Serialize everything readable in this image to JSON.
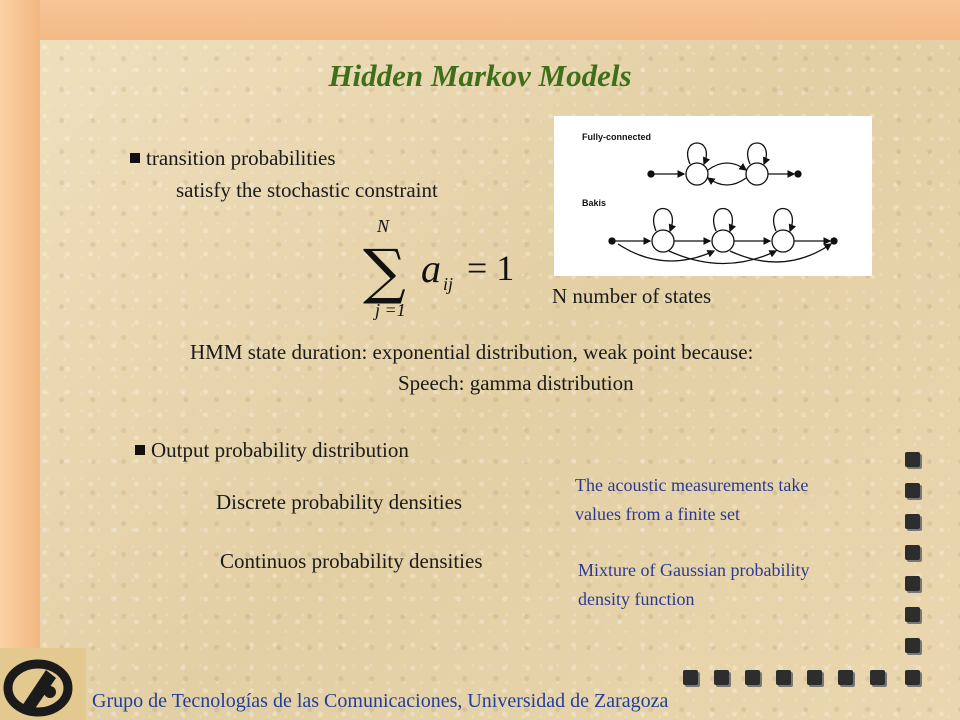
{
  "title": "Hidden Markov Models",
  "bullet1": {
    "line1": "transition probabilities",
    "line2": "satisfy the stochastic constraint"
  },
  "formula": {
    "upper": "N",
    "sum_var": "a",
    "subscript": "ij",
    "rhs": "= 1",
    "lower": "j =1"
  },
  "diagram": {
    "label_top": "Fully-connected",
    "label_bottom": "Bakis"
  },
  "n_states": "N number of states",
  "duration": {
    "line1": "HMM state duration: exponential distribution, weak point because:",
    "line2": "Speech: gamma distribution"
  },
  "bullet2": "Output probability distribution",
  "discrete": "Discrete probability densities",
  "discrete_note": {
    "line1": "The acoustic measurements take",
    "line2": "values from a finite set"
  },
  "continuous": "Continuos probability densities",
  "continuous_note": {
    "line1": "Mixture of Gaussian probability",
    "line2": "density function"
  },
  "footer": "Grupo de Tecnologías de las Comunicaciones,   Universidad de Zaragoza",
  "colors": {
    "title": "#3f6f1a",
    "footer": "#1f3f9a",
    "background": "#e9d7b0"
  }
}
